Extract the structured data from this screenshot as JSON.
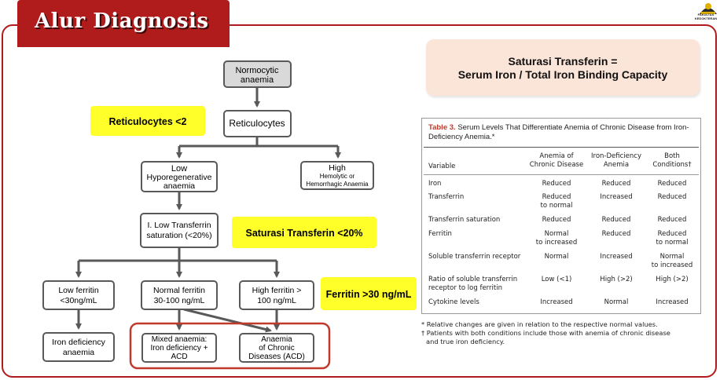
{
  "slide": {
    "title": "Alur Diagnosis",
    "logo_text": "FAKULTAS KEDOKTERAN"
  },
  "flowchart": {
    "nodes": {
      "start": [
        "Normocytic",
        "anaemia"
      ],
      "retic": [
        "Reticulocytes"
      ],
      "low": [
        "Low",
        "Hyporegenerative",
        "anaemia"
      ],
      "high": [
        "High",
        "Hemolytic or",
        "Hemorrhagic Anaemia"
      ],
      "transferrin": [
        "I. Low Transferrin",
        "saturation (<20%)"
      ],
      "low_ferritin": [
        "Low ferritin",
        "<30ng/mL"
      ],
      "normal_ferritin": [
        "Normal ferritin",
        "30-100 ng/mL"
      ],
      "high_ferritin": [
        "High ferritin >",
        "100 ng/mL"
      ],
      "ida": [
        "Iron deficiency",
        "anaemia"
      ],
      "mixed": [
        "Mixed anaemia:",
        "Iron deficiency +",
        "ACD"
      ],
      "acd": [
        "Anaemia",
        "of Chronic",
        "Diseases (ACD)"
      ]
    },
    "callouts": {
      "reticulocytes": "Reticulocytes <2",
      "saturation": "Saturasi Transferin <20%",
      "ferritin": "Ferritin >30 ng/mL"
    },
    "colors": {
      "callout": "#ffff2a",
      "start_node": "#d9d9d9",
      "arrow": "#595959",
      "highlight": "#c0392b"
    }
  },
  "formula": {
    "line1": "Saturasi Transferin =",
    "line2": "Serum Iron / Total Iron Binding Capacity"
  },
  "table": {
    "label": "Table 3.",
    "caption": "Serum Levels That Differentiate Anemia of Chronic Disease from Iron-Deficiency Anemia.*",
    "headers": {
      "variable": "Variable",
      "acd": [
        "Anemia of",
        "Chronic Disease"
      ],
      "ida": [
        "Iron-Deficiency",
        "Anemia"
      ],
      "both": [
        "Both",
        "Conditions†"
      ]
    },
    "rows": [
      {
        "variable": [
          "Iron"
        ],
        "acd": [
          "Reduced"
        ],
        "ida": [
          "Reduced"
        ],
        "both": [
          "Reduced"
        ]
      },
      {
        "variable": [
          "Transferrin"
        ],
        "acd": [
          "Reduced",
          "to normal"
        ],
        "ida": [
          "Increased"
        ],
        "both": [
          "Reduced"
        ]
      },
      {
        "variable": [
          "Transferrin saturation"
        ],
        "acd": [
          "Reduced"
        ],
        "ida": [
          "Reduced"
        ],
        "both": [
          "Reduced"
        ]
      },
      {
        "variable": [
          "Ferritin"
        ],
        "acd": [
          "Normal",
          "to increased"
        ],
        "ida": [
          "Reduced"
        ],
        "both": [
          "Reduced",
          "to normal"
        ]
      },
      {
        "variable": [
          "Soluble transferrin receptor"
        ],
        "acd": [
          "Normal"
        ],
        "ida": [
          "Increased"
        ],
        "both": [
          "Normal",
          "to increased"
        ]
      },
      {
        "variable": [
          "Ratio of soluble transferrin",
          "receptor to log ferritin"
        ],
        "acd": [
          "Low (<1)"
        ],
        "ida": [
          "High (>2)"
        ],
        "both": [
          "High (>2)"
        ]
      },
      {
        "variable": [
          "Cytokine levels"
        ],
        "acd": [
          "Increased"
        ],
        "ida": [
          "Normal"
        ],
        "both": [
          "Increased"
        ]
      }
    ],
    "footnotes": [
      "* Relative changes are given in relation to the respective normal values.",
      "† Patients with both conditions include those with anemia of chronic disease",
      "and true iron deficiency."
    ]
  }
}
